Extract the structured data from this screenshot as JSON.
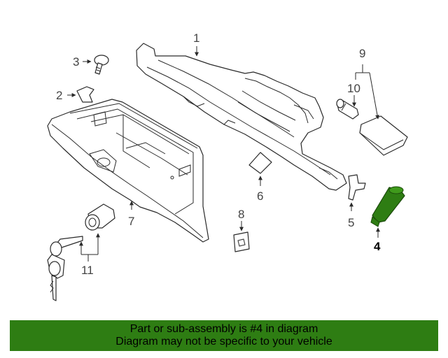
{
  "diagram": {
    "callouts": {
      "c1": "1",
      "c2": "2",
      "c3": "3",
      "c4": "4",
      "c5": "5",
      "c6": "6",
      "c7": "7",
      "c8": "8",
      "c9": "9",
      "c10": "10",
      "c11": "11"
    },
    "highlighted_part": "4",
    "highlight_color": "#2e7d13"
  },
  "banner": {
    "line1": "Part or sub-assembly is #4 in diagram",
    "line2": "Diagram may not be specific to your vehicle",
    "color": "#2e7d13"
  }
}
